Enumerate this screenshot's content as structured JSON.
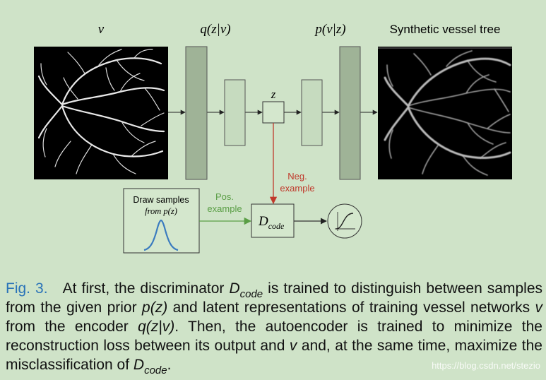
{
  "labels": {
    "v": "v",
    "q": "q(z|v)",
    "p": "p(v|z)",
    "synthetic": "Synthetic vessel tree",
    "z": "z",
    "neg_line1": "Neg.",
    "neg_line2": "example",
    "pos_line1": "Pos.",
    "pos_line2": "example",
    "draw_line1": "Draw samples",
    "draw_line2": "from p(z)",
    "d_main": "D",
    "d_sub": "code"
  },
  "caption": {
    "fig": "Fig. 3.",
    "s1": "At first, the discriminator ",
    "d": "D",
    "dsub": "code",
    "s2": " is trained to distinguish between samples from the given prior ",
    "pz": "p(z)",
    "s3": " and latent representations of training vessel networks ",
    "v": "v",
    "s4": " from the encoder ",
    "qzv": "q(z|v)",
    "s5": ". Then, the autoencoder is trained to minimize the reconstruction loss between its output and ",
    "v2": "v",
    "s6": " and, at the same time, maximize the misclassification of ",
    "d2": "D",
    "dsub2": "code",
    "s7": "."
  },
  "watermark": "https://blog.csdn.net/stezio",
  "colors": {
    "background": "#cfe3c8",
    "block": "#9fb397",
    "neg_arrow": "#c0392b",
    "pos_arrow": "#5a9e45",
    "caption_label": "#2a73b8",
    "gaussian": "#3a7bbf"
  }
}
